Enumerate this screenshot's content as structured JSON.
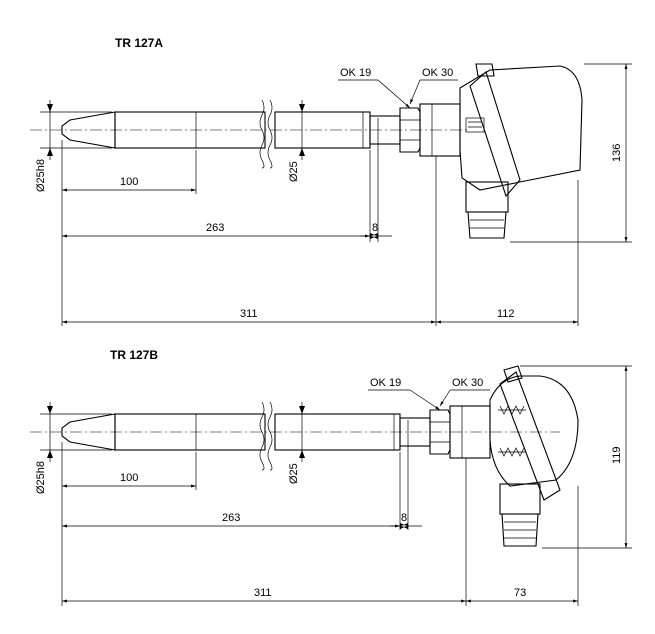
{
  "drawings": [
    {
      "title": "TR 127A",
      "labels": {
        "diameter_tip": "Ø25h8",
        "diameter_tube": "Ø25",
        "wrench_1": "OK 19",
        "wrench_2": "OK 30",
        "tip_length": "100",
        "tube_length": "263",
        "gap": "8",
        "overall_length": "311",
        "head_width": "112",
        "head_height": "136"
      }
    },
    {
      "title": "TR 127B",
      "labels": {
        "diameter_tip": "Ø25h8",
        "diameter_tube": "Ø25",
        "wrench_1": "OK 19",
        "wrench_2": "OK 30",
        "tip_length": "100",
        "tube_length": "263",
        "gap": "8",
        "overall_length": "311",
        "head_width": "73",
        "head_height": "119"
      }
    }
  ]
}
